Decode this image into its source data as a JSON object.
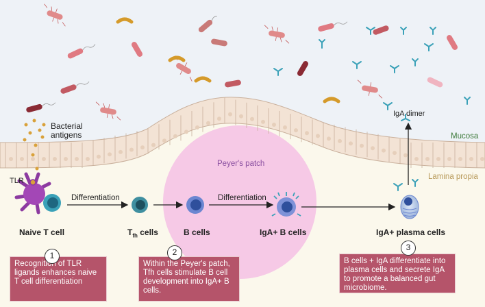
{
  "labels": {
    "bacterial_antigens": "Bacterial\nantigens",
    "tlr": "TLR",
    "iga_dimer": "IgA dimer",
    "mucosa": "Mucosa",
    "lamina_propia": "Lamina propia",
    "peyers_patch": "Peyer's patch",
    "differentiation_1": "Differentiation",
    "differentiation_2": "Differentiation"
  },
  "cells": {
    "naive_t": "Naive T cell",
    "tfh_main": "T",
    "tfh_sub": "fh",
    "tfh_rest": " cells",
    "b_cells": "B cells",
    "iga_b_cells": "IgA+ B cells",
    "iga_plasma_cells": "IgA+ plasma cells"
  },
  "steps": [
    {
      "number": "1",
      "text": "Recognition of TLR ligands enhances naive T cell differentiation"
    },
    {
      "number": "2",
      "text": "Within the Peyer's patch, Tfh cells stimulate B cell development into IgA+ B cells."
    },
    {
      "number": "3",
      "text": "B cells + IgA differentiate into plasma cells and secrete IgA to promote a balanced gut microbiome."
    }
  ],
  "colors": {
    "lumen": "#eef2f7",
    "lamina": "#fbf8ec",
    "peyers": "#f6c6e6",
    "epithelium": "#f3e3d5",
    "box": "#b5546a",
    "mucosa_text": "#3d7a3a",
    "lamina_text": "#b89a5a",
    "peyers_text": "#8a4fa0"
  }
}
